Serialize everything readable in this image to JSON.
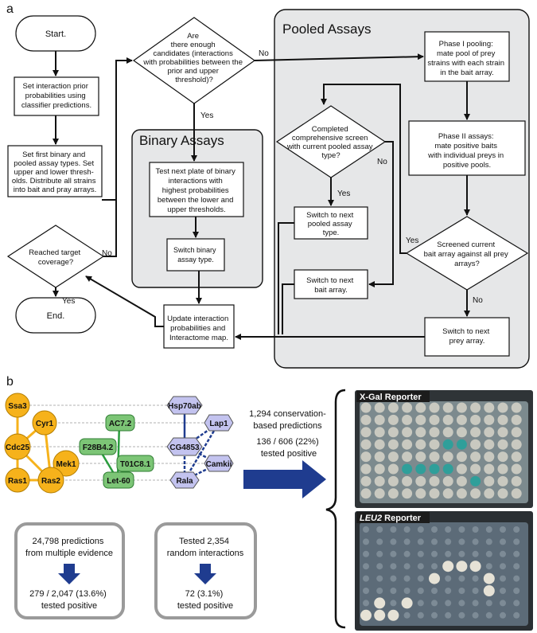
{
  "panel_a": {
    "label": "a",
    "start": "Start.",
    "end": "End.",
    "set_prior": [
      "Set interaction prior",
      "probabilities using",
      "classifier predictions."
    ],
    "set_first": [
      "Set first binary and",
      "pooled assay types. Set",
      "upper and lower thresh-",
      "olds.  Distribute all strains",
      "into bait and pray arrays."
    ],
    "reached_target": [
      "Reached target",
      "coverage?"
    ],
    "enough_candidates": [
      "Are",
      "there enough",
      "candidates (interactions",
      "with probabilities between the",
      "prior and upper",
      "threshold)?"
    ],
    "binary_title": "Binary Assays",
    "test_next_plate": [
      "Test next plate of binary",
      "interactions with",
      "highest probabilities",
      "between the lower and",
      "upper thresholds."
    ],
    "switch_binary": [
      "Switch binary",
      "assay type."
    ],
    "update": [
      "Update interaction",
      "probabilities and",
      "Interactome map."
    ],
    "pooled_title": "Pooled Assays",
    "completed_screen": [
      "Completed",
      "comprehensive screen",
      "with current pooled assay",
      "type?"
    ],
    "switch_pooled": [
      "Switch to next",
      "pooled assay",
      "type."
    ],
    "switch_bait": [
      "Switch to next",
      "bait array."
    ],
    "phase1": [
      "Phase I pooling:",
      "mate pool of prey",
      "strains with each strain",
      "in the bait array."
    ],
    "phase2": [
      "Phase II assays:",
      "mate positive baits",
      "with individual preys in",
      "positive pools."
    ],
    "screened_current": [
      "Screened current",
      "bait array against all prey",
      "arrays?"
    ],
    "switch_prey": [
      "Switch to next",
      "prey array."
    ],
    "yes": "Yes",
    "no": "No"
  },
  "panel_b": {
    "label": "b",
    "nodes_orange": [
      "Ssa3",
      "Cyr1",
      "Cdc25",
      "Mek1",
      "Ras1",
      "Ras2"
    ],
    "nodes_green": [
      "AC7.2",
      "F28B4.2",
      "T01C8.1",
      "Let-60"
    ],
    "nodes_purple": [
      "Hsp70ab",
      "Lap1",
      "CG4853",
      "Camkii",
      "Rala"
    ],
    "conservation": [
      "1,294 conservation-",
      "based predictions",
      "136 / 606 (22%)",
      "tested positive"
    ],
    "box_multiple": {
      "top": [
        "24,798 predictions",
        "from multiple evidence"
      ],
      "bottom": [
        "279 / 2,047 (13.6%)",
        "tested positive"
      ]
    },
    "box_random": {
      "top": [
        "Tested 2,354",
        "random interactions"
      ],
      "bottom": [
        "72 (3.1%)",
        "tested positive"
      ]
    },
    "xgal_label": "X-Gal Reporter",
    "leu2_label": "LEU2",
    "leu2_suffix": " Reporter"
  },
  "colors": {
    "pooled_bg": "#e6e7e8",
    "binary_bg": "#e6e7e8",
    "orange": "#f6b21b",
    "green": "#7cc576",
    "purple": "#c3c3ef",
    "arrow_blue": "#1f3c8f",
    "box_grey": "#9a9a9a"
  }
}
